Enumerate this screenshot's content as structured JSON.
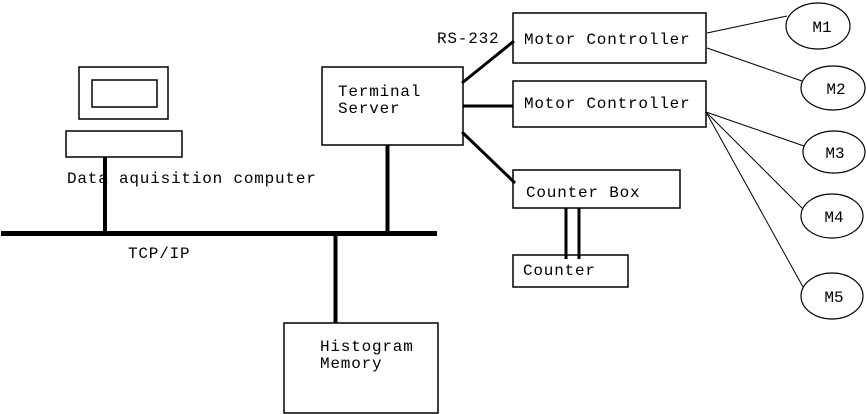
{
  "diagram": {
    "title": "beamline control system diagram",
    "colors": {
      "line": "#000000",
      "background": "#ffffff",
      "text": "#000000"
    },
    "nodes": {
      "computer": {
        "label": "Data aquisition computer"
      },
      "terminal_server": {
        "line1": "Terminal",
        "line2": "Server"
      },
      "motor_controller_1": {
        "label": "Motor Controller"
      },
      "motor_controller_2": {
        "label": "Motor Controller"
      },
      "counter_box": {
        "label": "Counter Box"
      },
      "counter": {
        "label": "Counter"
      },
      "histogram_memory": {
        "line1": "Histogram",
        "line2": "Memory"
      },
      "motors": [
        {
          "label": "M1"
        },
        {
          "label": "M2"
        },
        {
          "label": "M3"
        },
        {
          "label": "M4"
        },
        {
          "label": "M5"
        }
      ]
    },
    "links": {
      "bus_label": "TCP/IP",
      "serial_label": "RS-232"
    }
  }
}
